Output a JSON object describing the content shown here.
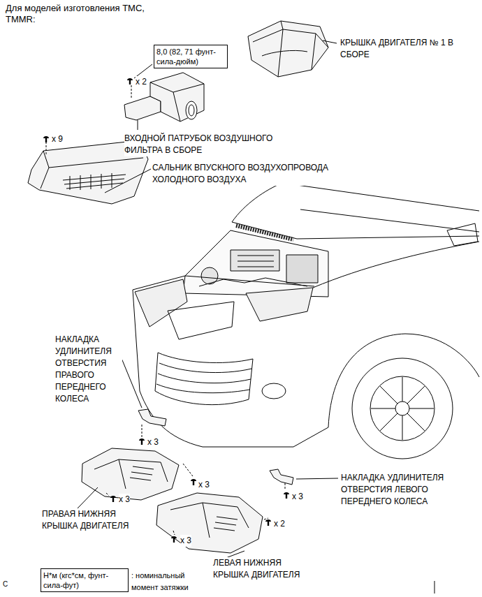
{
  "diagram": {
    "title": "Для моделей изготовления TMC, TMMR:",
    "nodes": [
      {
        "text": [
          "8,0 (82, 71 фунт-сила-дюйм)"
        ]
      },
      {
        "text": [
          "Н*м (кгс*см, фунт-сила-фут)"
        ]
      }
    ],
    "labels": [
      "КРЫШКА ДВИГАТЕЛЯ № 1 В СБОРЕ",
      "x 2",
      "ВХОДНОЙ ПАТРУБОК ВОЗДУШНОГО ФИЛЬТРА В СБОРЕ",
      "x 9",
      "САЛЬНИК ВПУСКНОГО ВОЗДУХОПРОВОДА ХОЛОДНОГО ВОЗДУХА",
      "НАКЛАДКА УДЛИНИТЕЛЯ ОТВЕРСТИЯ ПРАВОГО ПЕРЕДНЕГО КОЛЕСА",
      "x 3",
      "x 3",
      "x 3",
      "НАКЛАДКА УДЛИНИТЕЛЯ ОТВЕРСТИЯ ЛЕВОГО ПЕРЕДНЕГО КОЛЕСА",
      "x 3",
      "ПРАВАЯ НИЖНЯЯ КРЫШКА ДВИГАТЕЛЯ",
      "x 2",
      "x 3",
      "ЛЕВАЯ НИЖНЯЯ КРЫШКА ДВИГАТЕЛЯ",
      ": номинальный момент затяжки",
      "C"
    ]
  }
}
